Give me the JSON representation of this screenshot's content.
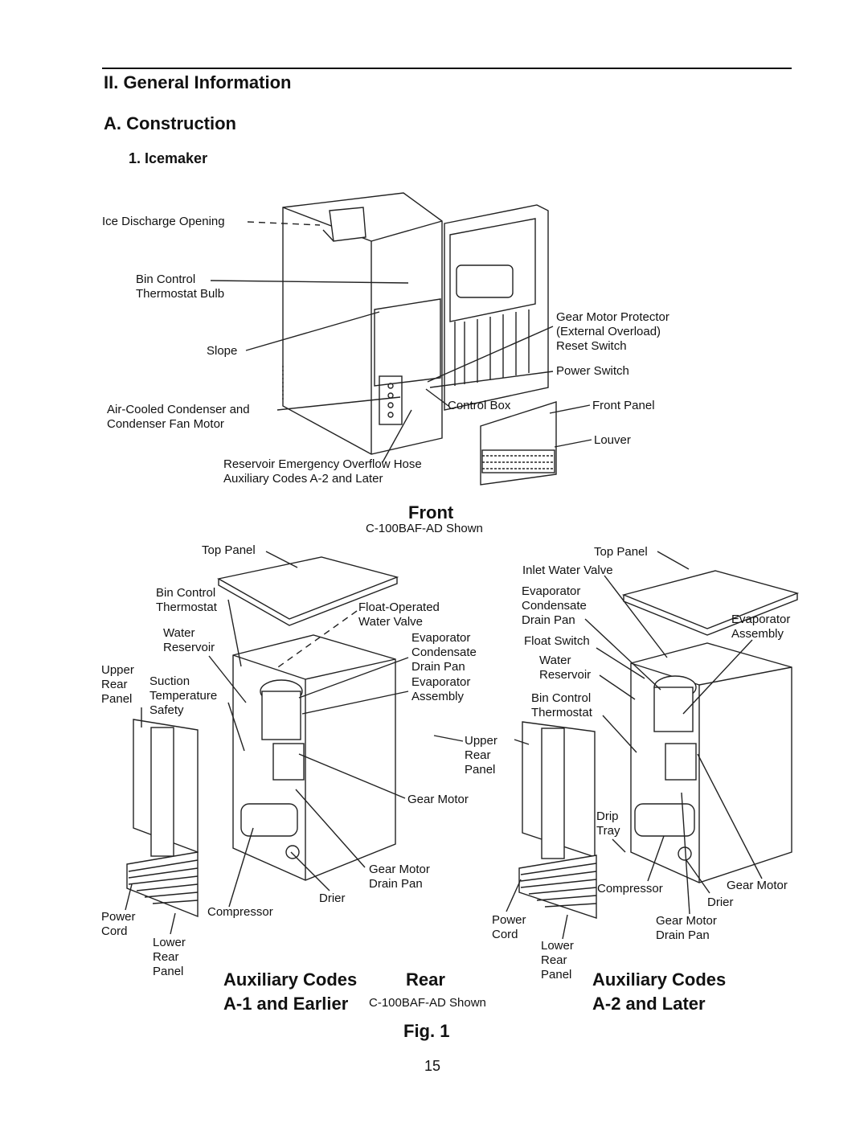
{
  "header": {
    "section": "II. General Information",
    "subsection": "A. Construction",
    "item": "1. Icemaker"
  },
  "front": {
    "labels": {
      "ice_discharge": "Ice Discharge Opening",
      "bin_control": "Bin Control\nThermostat Bulb",
      "slope": "Slope",
      "condenser": "Air-Cooled Condenser and\nCondenser Fan Motor",
      "overflow_hose": "Reservoir Emergency Overflow Hose\nAuxiliary Codes A-2 and Later",
      "gear_motor_protector": "Gear Motor Protector\n(External Overload)\nReset Switch",
      "power_switch": "Power Switch",
      "control_box": "Control Box",
      "front_panel": "Front Panel",
      "louver": "Louver"
    },
    "caption": "Front",
    "model_note": "C-100BAF-AD Shown"
  },
  "rear_left": {
    "labels": {
      "top_panel": "Top Panel",
      "bin_control": "Bin Control\nThermostat",
      "water_reservoir": "Water\nReservoir",
      "upper_rear_panel": "Upper\nRear\nPanel",
      "suction_safety": "Suction\nTemperature\nSafety",
      "float_valve": "Float-Operated\nWater Valve",
      "evap_drain": "Evaporator\nCondensate\nDrain Pan",
      "evap_assembly": "Evaporator\nAssembly",
      "upper_rear_panel_2": "Upper\nRear\nPanel",
      "gear_motor": "Gear Motor",
      "gear_motor_drain": "Gear Motor\nDrain Pan",
      "drier": "Drier",
      "compressor": "Compressor",
      "power_cord": "Power\nCord",
      "lower_rear_panel": "Lower\nRear\nPanel"
    },
    "caption_line1": "Auxiliary Codes",
    "caption_line2": "A-1 and Earlier"
  },
  "rear_center": {
    "caption": "Rear",
    "model_note": "C-100BAF-AD Shown"
  },
  "rear_right": {
    "labels": {
      "top_panel": "Top Panel",
      "inlet_valve": "Inlet Water Valve",
      "evap_drain": "Evaporator\nCondensate\nDrain Pan",
      "evap_assembly": "Evaporator\nAssembly",
      "float_switch": "Float Switch",
      "water_reservoir": "Water\nReservoir",
      "bin_control": "Bin Control\nThermostat",
      "drip_tray": "Drip\nTray",
      "compressor": "Compressor",
      "gear_motor": "Gear Motor",
      "drier": "Drier",
      "gear_motor_drain": "Gear Motor\nDrain Pan",
      "power_cord": "Power\nCord",
      "lower_rear_panel": "Lower\nRear\nPanel"
    },
    "caption_line1": "Auxiliary Codes",
    "caption_line2": "A-2 and Later"
  },
  "figure_label": "Fig. 1",
  "page_number": "15"
}
